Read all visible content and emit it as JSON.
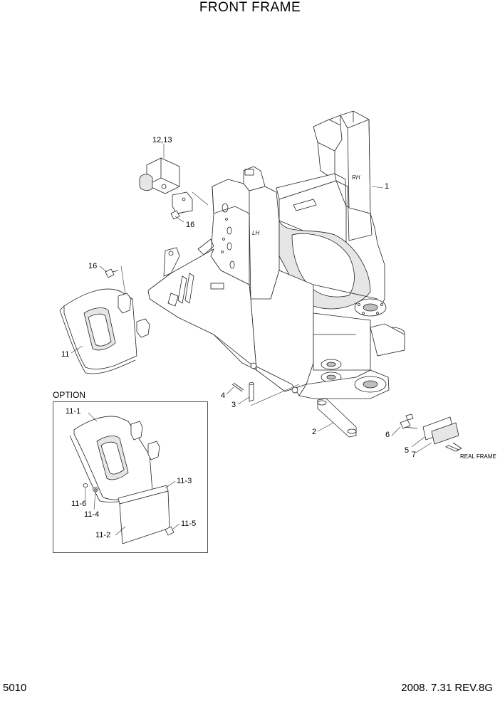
{
  "title": "FRONT FRAME",
  "page_number": "5010",
  "revision": "2008. 7.31  REV.8G",
  "option_label": "OPTION",
  "callouts": {
    "c1": "1",
    "c2": "2",
    "c3": "3",
    "c4": "4",
    "c5": "5",
    "c6": "6",
    "c7": "7",
    "c11": "11",
    "c12_13": "12,13",
    "c16a": "16",
    "c16b": "16",
    "c11_1": "11-1",
    "c11_2": "11-2",
    "c11_3": "11-3",
    "c11_4": "11-4",
    "c11_5": "11-5",
    "c11_6": "11-6"
  },
  "frame_labels": {
    "rh": "RH",
    "lh": "LH"
  },
  "real_frame_label": "REAL FRAME"
}
